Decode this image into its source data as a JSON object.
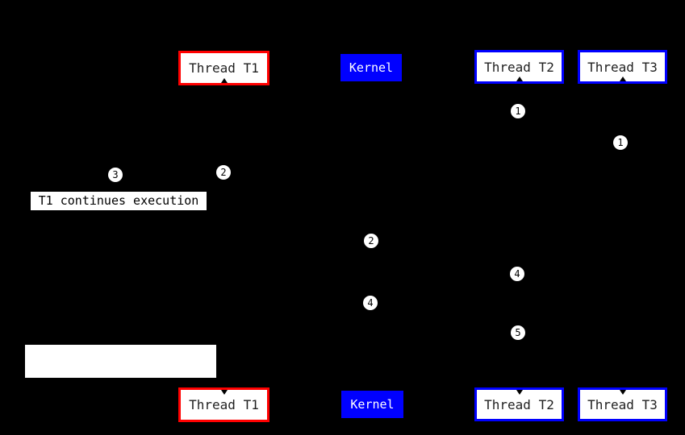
{
  "diagram": {
    "background_color": "#000000",
    "colors": {
      "thread_t1_border": "#ff0000",
      "thread_t2_border": "#0000ff",
      "thread_t3_border": "#0000ff",
      "kernel_fill": "#0000ff",
      "box_fill": "#ffffff",
      "box_text": "#1f1f1f",
      "kernel_text": "#ffffff"
    },
    "participants": {
      "t1": {
        "label": "Thread T1"
      },
      "kernel": {
        "label": "Kernel"
      },
      "t2": {
        "label": "Thread T2"
      },
      "t3": {
        "label": "Thread T3"
      }
    },
    "note": {
      "label": "T1 continues execution"
    },
    "blank_note": {
      "label": ""
    },
    "step_markers": [
      {
        "value": "1",
        "lane": "thread-t2-lifeline"
      },
      {
        "value": "1",
        "lane": "thread-t3-lifeline"
      },
      {
        "value": "3",
        "lane": "note-column"
      },
      {
        "value": "2",
        "lane": "thread-t1-lifeline"
      },
      {
        "value": "2",
        "lane": "kernel-lifeline"
      },
      {
        "value": "4",
        "lane": "thread-t2-lifeline"
      },
      {
        "value": "4",
        "lane": "kernel-lifeline"
      },
      {
        "value": "5",
        "lane": "thread-t2-lifeline"
      }
    ]
  }
}
